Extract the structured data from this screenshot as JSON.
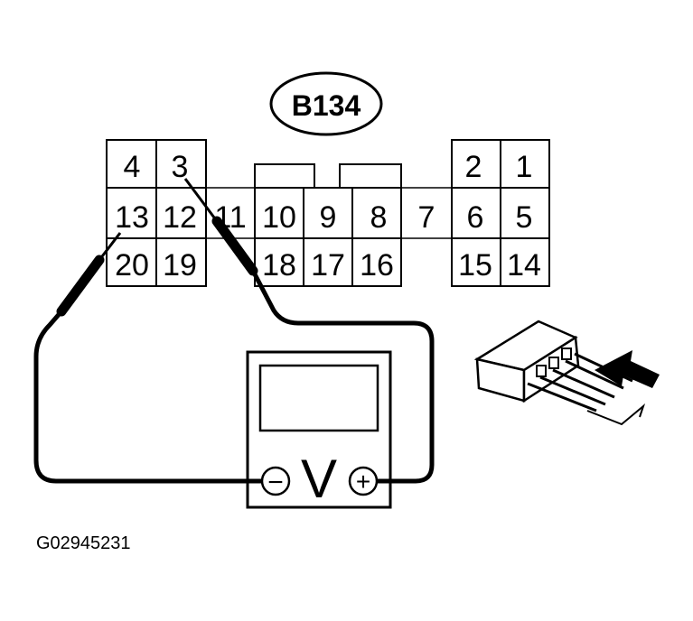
{
  "connector": {
    "id": "B134",
    "pins": {
      "p1": "1",
      "p2": "2",
      "p3": "3",
      "p4": "4",
      "p5": "5",
      "p6": "6",
      "p7": "7",
      "p8": "8",
      "p9": "9",
      "p10": "10",
      "p11": "11",
      "p12": "12",
      "p13": "13",
      "p14": "14",
      "p15": "15",
      "p16": "16",
      "p17": "17",
      "p18": "18",
      "p19": "19",
      "p20": "20"
    }
  },
  "meter": {
    "symbol": "V",
    "negative_symbol": "−",
    "positive_symbol": "+"
  },
  "figure_id": "G02945231"
}
